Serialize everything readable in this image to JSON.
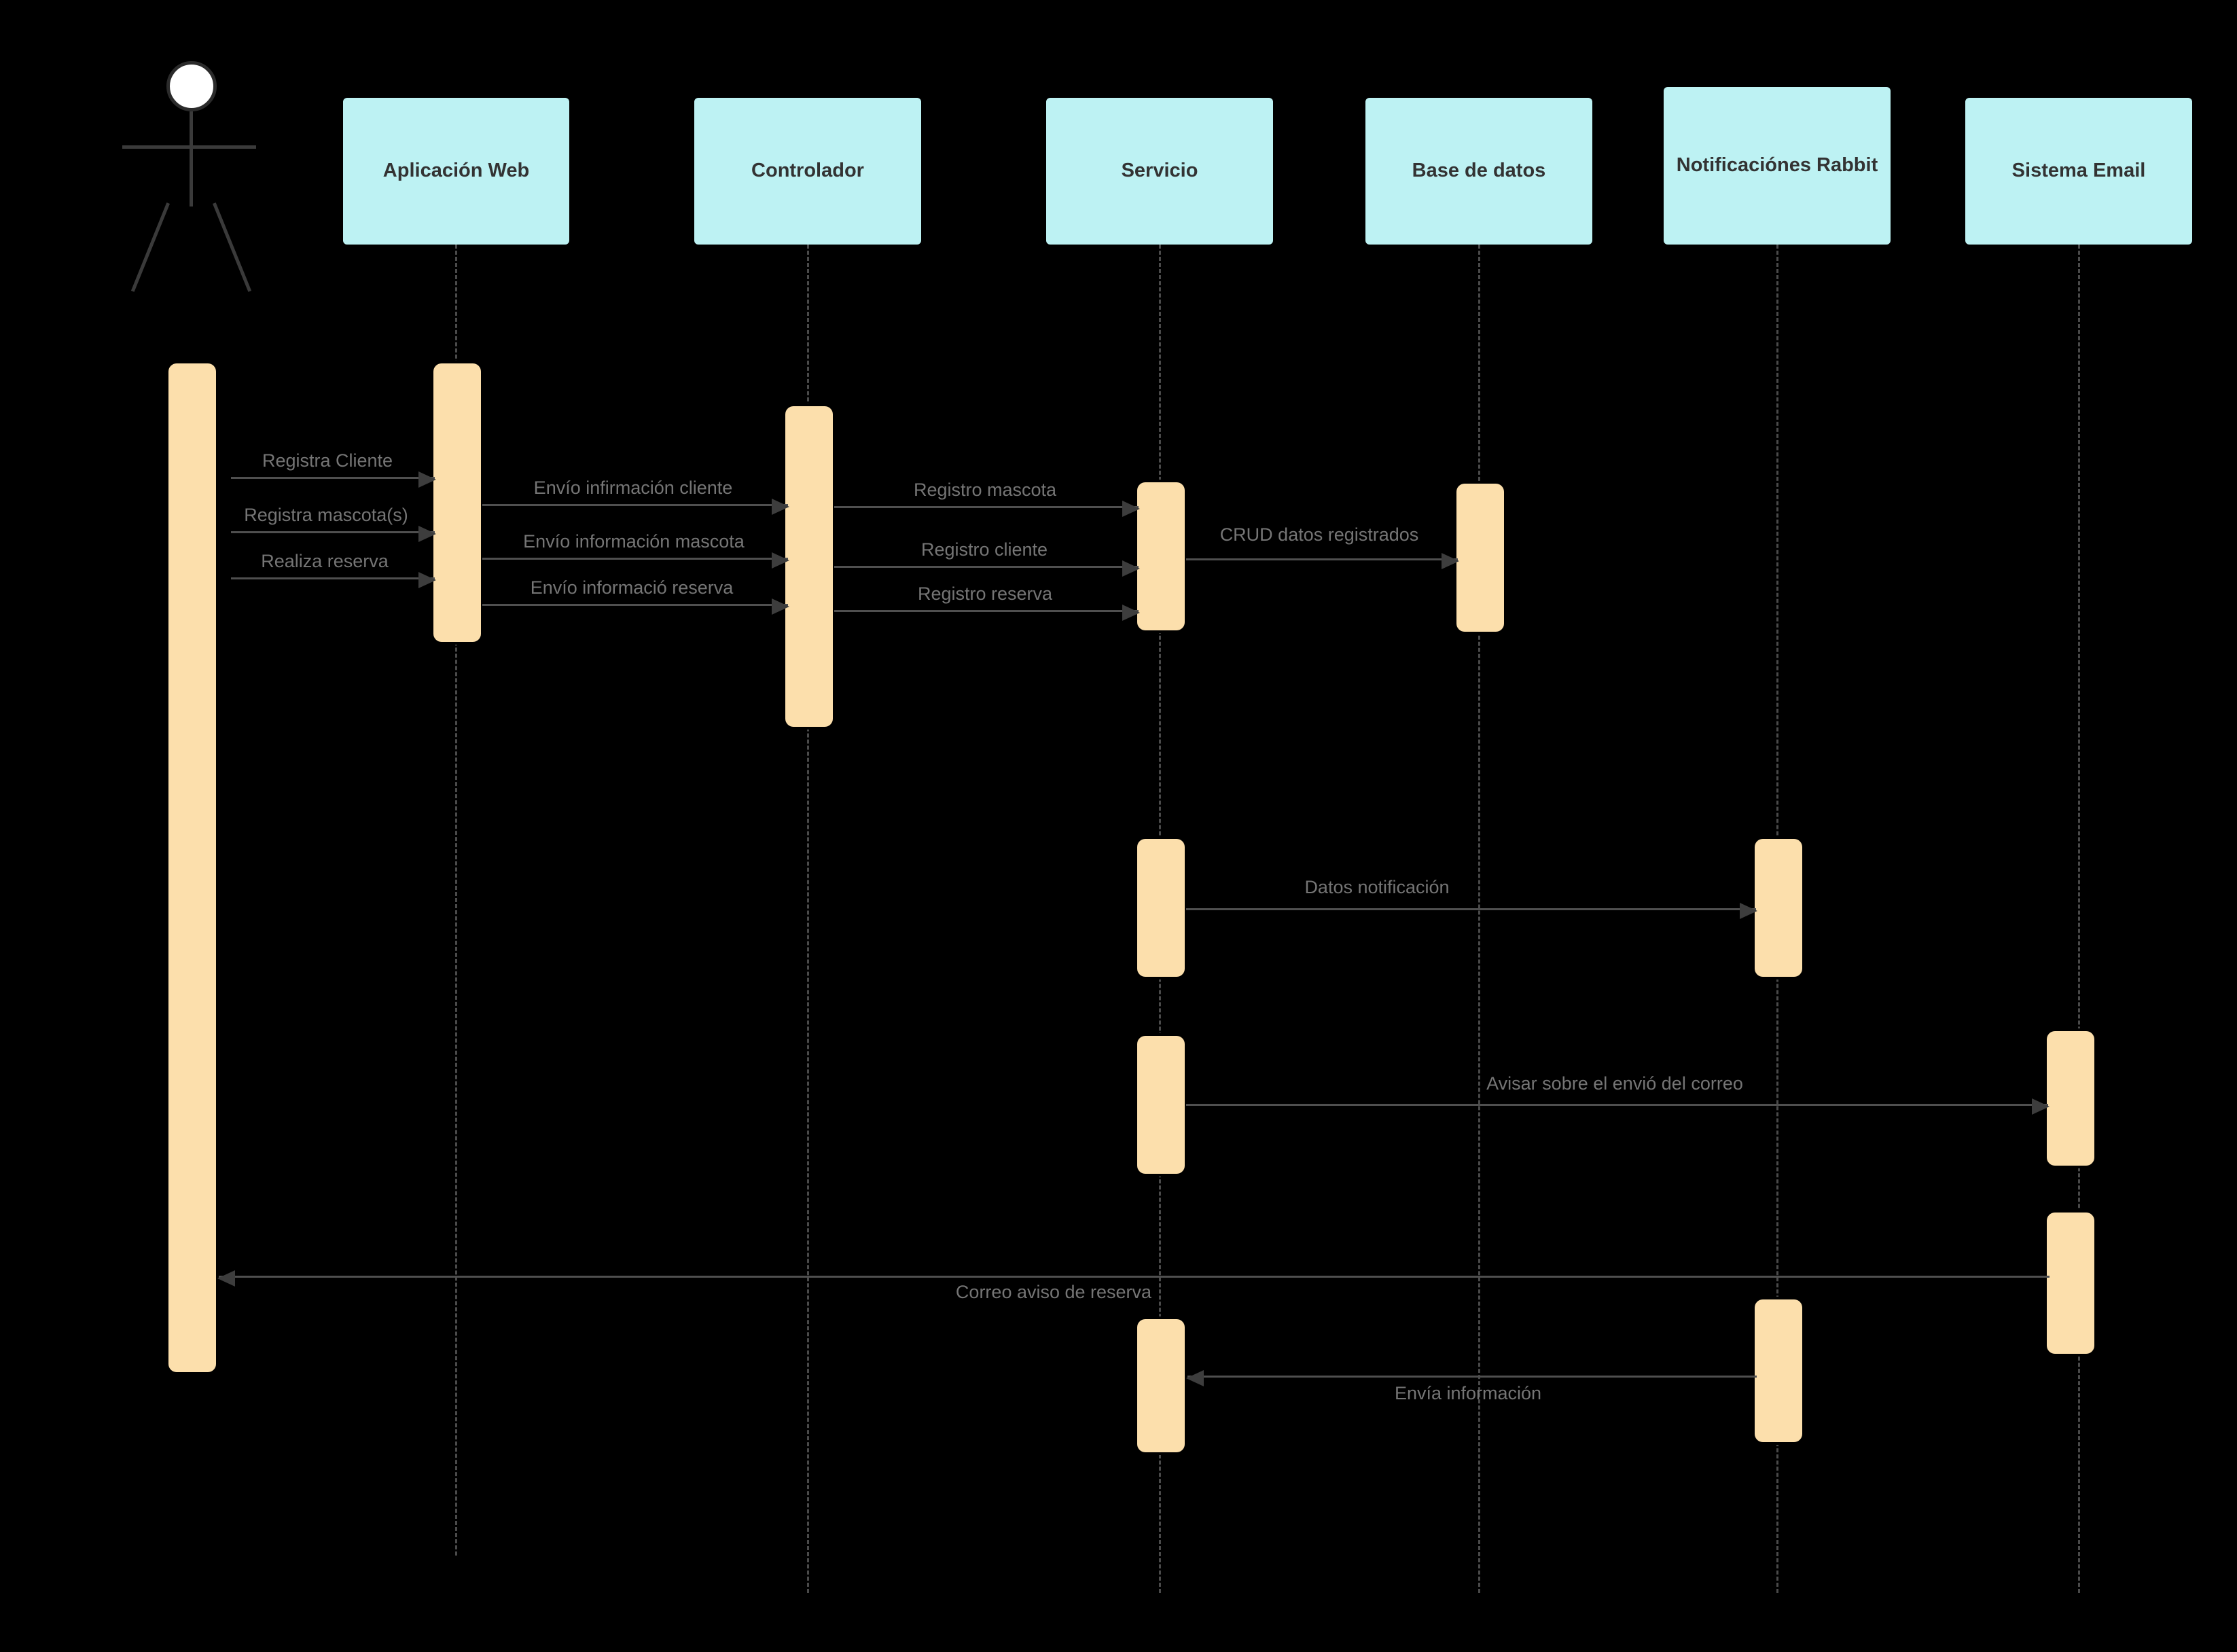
{
  "diagram": {
    "type": "uml-sequence-diagram",
    "background_color": "#000000",
    "participant_box_color": "#bdf2f3",
    "activation_bar_color": "#fcdfac",
    "message_line_color": "#4f4f4f",
    "label_text_color": "#757575",
    "participant_text_color": "#333333"
  },
  "actor": {
    "name": "actor-stick-figure",
    "label": ""
  },
  "participants": [
    {
      "id": "aplicacion-web",
      "label": "Aplicación Web"
    },
    {
      "id": "controlador",
      "label": "Controlador"
    },
    {
      "id": "servicio",
      "label": "Servicio"
    },
    {
      "id": "base-de-datos",
      "label": "Base de datos"
    },
    {
      "id": "notificaciones-rabbit",
      "label": "Notificaciónes Rabbit"
    },
    {
      "id": "sistema-email",
      "label": "Sistema Email"
    }
  ],
  "messages": [
    {
      "id": "m1",
      "label": "Registra Cliente",
      "from": "actor",
      "to": "aplicacion-web",
      "direction": "right"
    },
    {
      "id": "m2",
      "label": "Envío infirmación cliente",
      "from": "aplicacion-web",
      "to": "controlador",
      "direction": "right"
    },
    {
      "id": "m3",
      "label": "Registro mascota",
      "from": "controlador",
      "to": "servicio",
      "direction": "right"
    },
    {
      "id": "m4",
      "label": "Registra  mascota(s)",
      "from": "actor",
      "to": "aplicacion-web",
      "direction": "right"
    },
    {
      "id": "m5",
      "label": "Envío información mascota",
      "from": "aplicacion-web",
      "to": "controlador",
      "direction": "right"
    },
    {
      "id": "m6",
      "label": "Registro cliente",
      "from": "controlador",
      "to": "servicio",
      "direction": "right"
    },
    {
      "id": "m7",
      "label": "CRUD datos registrados",
      "from": "servicio",
      "to": "base-de-datos",
      "direction": "right"
    },
    {
      "id": "m8",
      "label": "Realiza reserva",
      "from": "actor",
      "to": "aplicacion-web",
      "direction": "right"
    },
    {
      "id": "m9",
      "label": "Envío informació reserva",
      "from": "aplicacion-web",
      "to": "controlador",
      "direction": "right"
    },
    {
      "id": "m10",
      "label": "Registro reserva",
      "from": "controlador",
      "to": "servicio",
      "direction": "right"
    },
    {
      "id": "m11",
      "label": "Datos notificación",
      "from": "servicio",
      "to": "notificaciones-rabbit",
      "direction": "right"
    },
    {
      "id": "m12",
      "label": "Avisar sobre el envió del correo",
      "from": "servicio",
      "to": "sistema-email",
      "direction": "right"
    },
    {
      "id": "m13",
      "label": "Correo aviso de reserva",
      "from": "sistema-email",
      "to": "actor",
      "direction": "left"
    },
    {
      "id": "m14",
      "label": "Envía información",
      "from": "notificaciones-rabbit",
      "to": "servicio",
      "direction": "left"
    }
  ]
}
